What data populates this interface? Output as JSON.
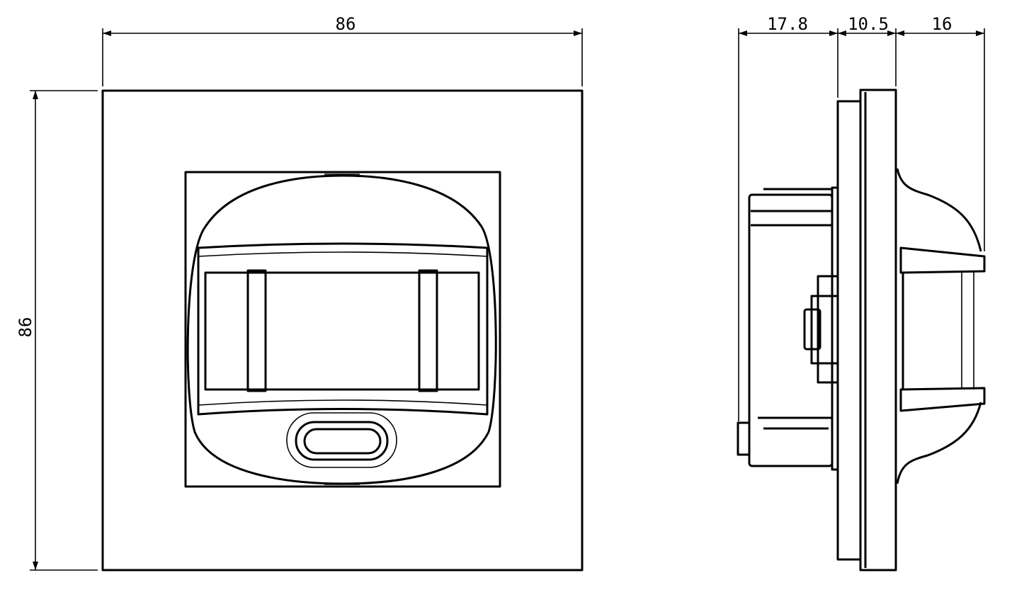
{
  "drawing": {
    "front_view": {
      "width_label": "86",
      "height_label": "86"
    },
    "side_view": {
      "depth_back_label": "17.8",
      "depth_plate_label": "10.5",
      "depth_front_label": "16"
    },
    "line_color": "#000000",
    "background_color": "#ffffff"
  }
}
